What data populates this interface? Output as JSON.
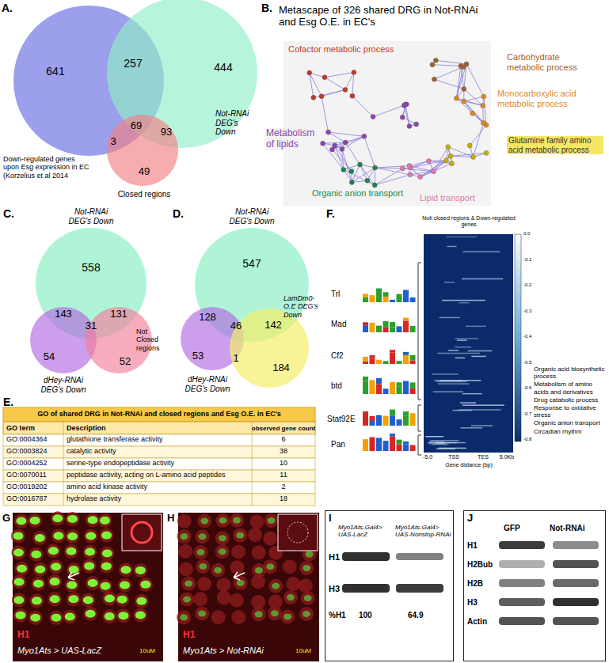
{
  "diagram": {
    "nodes": [
      {
        "text": [
          "I",
          "Myo1Ats-Gal4> UAS-LacZ",
          "Myo1Ats-Gal4> UAS-Nonstop-RNAi",
          "H1",
          "H3",
          "%H1",
          "100",
          "64.9"
        ]
      },
      {
        "text": [
          "J",
          "GFP",
          "Not-RNAi",
          "H1",
          "H2Bub",
          "H2B",
          "H3",
          "Actin"
        ]
      }
    ],
    "labels": [
      "A.",
      "641",
      "257",
      "444",
      "69",
      "93",
      "3",
      "49",
      "Down-regulated genes upon Esg expression in EC (Korzelius et al 2014",
      "Not-RNAi DEG's Down",
      "Closed regions",
      "B.",
      "Metascape of 326 shared DRG in Not-RNAi and Esg O.E. in EC's",
      "Cofactor metabolic process",
      "Carbohydrate metabolic process",
      "Monocarboxylic acid metabolic process",
      "Metabolism of lipids",
      "Glutamine family amino acid metabolic process",
      "Organic anion transport",
      "Lipid transport",
      "C.",
      "Not-RNAi DEG's Down",
      "558",
      "143",
      "31",
      "131",
      "54",
      "52",
      "dHey-RNAi DEG's Down",
      "Not Closed regions",
      "D.",
      "Not-RNAi DEG's Down",
      "547",
      "128",
      "46",
      "142",
      "53",
      "1",
      "184",
      "dHey-RNAi DEG's Down",
      "LamDm0-O.E DEG's Down",
      "E.",
      "GO of shared DRG in Not-RNAi and closed regions and Esg O.E. in EC's",
      "GO term",
      "Description",
      "observed gene count",
      "GO:0004364",
      "glutathione transferase activity",
      "6",
      "GO:0003824",
      "catalytic activity",
      "38",
      "GO:0004252",
      "serine-type endopeptidase activity",
      "10",
      "GO:0070011",
      "peptidase activity, acting on L-amino acid peptides",
      "11",
      "GO:0019202",
      "amino acid kinase activity",
      "2",
      "GO:0016787",
      "hydrolase activity",
      "18",
      "F.",
      "Noti closed regions & Down-regulated genes",
      "Trl",
      "Mad",
      "Cf2",
      "btd",
      "Stat92E",
      "Pan",
      "-5.0",
      "TSS",
      "TES",
      "5.0Kb",
      "Gene distance (bp)",
      "Organic acid biosynthetic process",
      "Metabolism of amino acids and derivatives",
      "Drug catabolic process",
      "Response to oxidative stress",
      "Organic anion transport",
      "Circadian rhythm",
      "0.0",
      "-0.1",
      "-0.2",
      "-0.3",
      "-0.4",
      "-0.5",
      "-0.6",
      "-0.7",
      "-0.8",
      "G",
      "H1",
      "Myo1Ats > UAS-LacZ",
      "10uM",
      "H",
      "H1",
      "Myo1Ats > Not-RNAi",
      "10uM"
    ]
  }
}
